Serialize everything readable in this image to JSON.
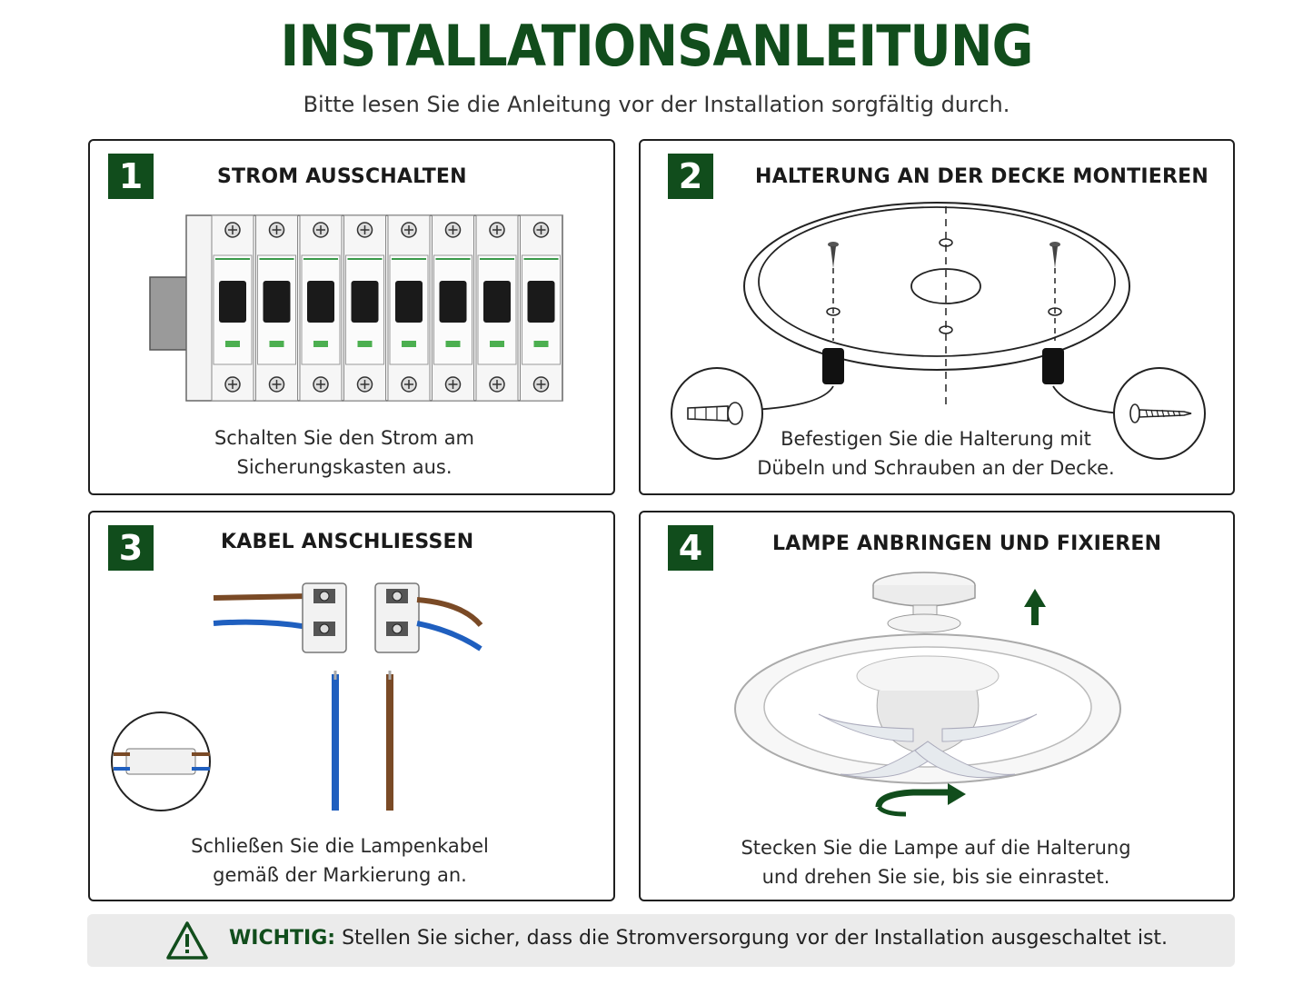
{
  "title": "INSTALLATIONSANLEITUNG",
  "subtitle": "Bitte lesen Sie die Anleitung vor der Installation sorgfältig durch.",
  "steps": [
    {
      "number": "1",
      "heading": "STROM AUSSCHALTEN",
      "caption": [
        "Schalten Sie den Strom am",
        "Sicherungskasten aus."
      ]
    },
    {
      "number": "2",
      "heading": "HALTERUNG AN DER DECKE MONTIEREN",
      "caption": [
        "Befestigen Sie die Halterung mit",
        "Dübeln und Schrauben an der Decke."
      ]
    },
    {
      "number": "3",
      "heading": "KABEL ANSCHLIESSEN",
      "caption": [
        "Schließen Sie die Lampenkabel",
        "gemäß der Markierung an."
      ]
    },
    {
      "number": "4",
      "heading": "LAMPE ANBRINGEN UND FIXIEREN",
      "caption": [
        "Stecken Sie die Lampe auf die Halterung",
        "und drehen Sie sie, bis sie einrastet."
      ]
    }
  ],
  "notice": {
    "label": "WICHTIG:",
    "text": "Stellen Sie sicher, dass die Stromversorgung vor der Installation ausgeschaltet ist.",
    "icon": "warning-triangle-icon"
  },
  "colors": {
    "accent": "#114d1c",
    "brown_wire": "#7a4a26",
    "blue_wire": "#1f5fbf"
  }
}
